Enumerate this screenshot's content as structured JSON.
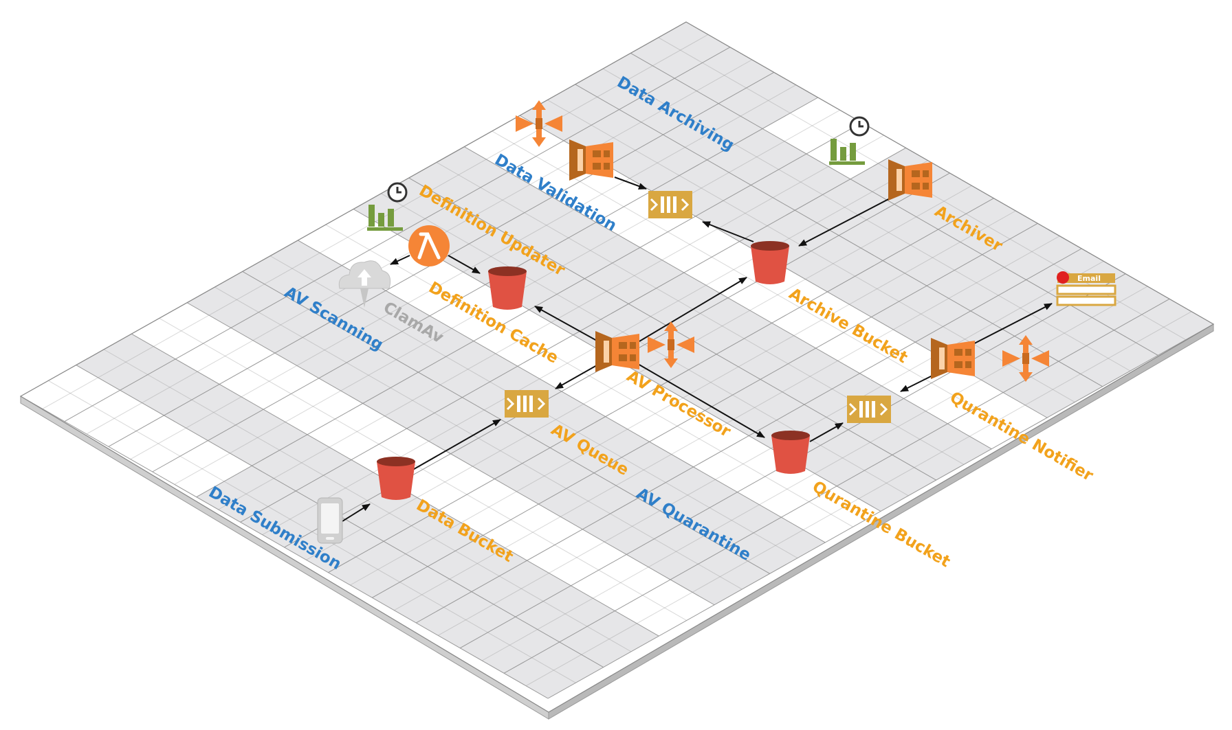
{
  "zones": {
    "data_archiving": "Data Archiving",
    "data_validation": "Data Validation",
    "av_scanning": "AV Scanning",
    "data_submission": "Data Submission",
    "av_quarantine": "AV Quarantine"
  },
  "components": {
    "definition_updater": "Definition Updater",
    "clamav": "ClamAv",
    "definition_cache": "Definition Cache",
    "av_processor": "AV Processor",
    "av_queue": "AV Queue",
    "data_bucket": "Data Bucket",
    "archive_bucket": "Archive Bucket",
    "archiver": "Archiver",
    "quarantine_bucket": "Qurantine Bucket",
    "quarantine_notifier": "Qurantine Notifier",
    "email": "Email"
  },
  "colors": {
    "zone_text": "#2f7fc9",
    "component_text": "#f2a21c",
    "bucket": "#e05243",
    "queue": "#d9a741",
    "compute": "#f58536",
    "metric": "#759c3e",
    "grid_white": "#ffffff",
    "grid_gray": "#e6e6e8"
  }
}
